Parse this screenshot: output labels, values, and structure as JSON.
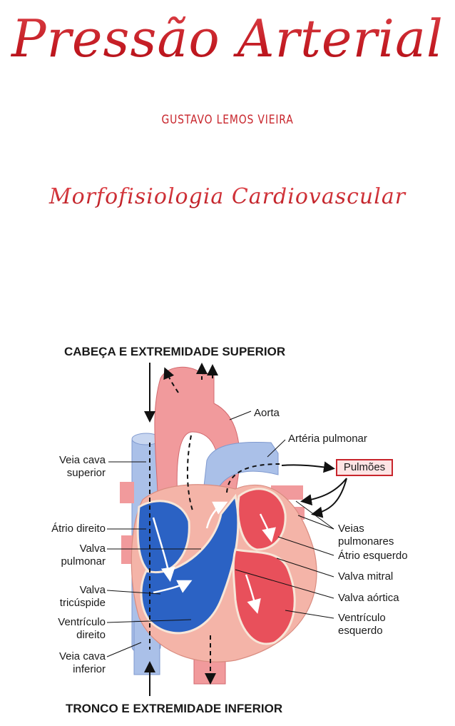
{
  "header": {
    "title": "Pressão Arterial",
    "author": "GUSTAVO LEMOS VIEIRA",
    "subtitle": "Morfofisiologia Cardiovascular"
  },
  "diagram": {
    "top_label": "CABEÇA E EXTREMIDADE SUPERIOR",
    "bottom_label": "TRONCO E EXTREMIDADE INFERIOR",
    "lungs_box": "Pulmões",
    "left_labels": {
      "veia_cava_superior": "Veia cava\nsuperior",
      "atrio_direito": "Átrio direito",
      "valva_pulmonar": "Valva\npulmonar",
      "valva_tricuspide": "Valva\ntricúspide",
      "ventriculo_direito": "Ventrículo\ndireito",
      "veia_cava_inferior": "Veia cava\ninferior"
    },
    "right_labels": {
      "aorta": "Aorta",
      "arteria_pulmonar": "Artéria pulmonar",
      "veias_pulmonares": "Veias\npulmonares",
      "atrio_esquerdo": "Átrio esquerdo",
      "valva_mitral": "Valva mitral",
      "valva_aortica": "Valva aórtica",
      "ventriculo_esquerdo": "Ventrículo\nesquerdo"
    },
    "colors": {
      "oxygenated": "#e8505b",
      "deoxygenated": "#2b62c4",
      "vessel_light_red": "#f19a9c",
      "vessel_light_blue": "#aac0e8",
      "myocardium": "#f4b4a8",
      "title_red": "#c8252c"
    }
  }
}
